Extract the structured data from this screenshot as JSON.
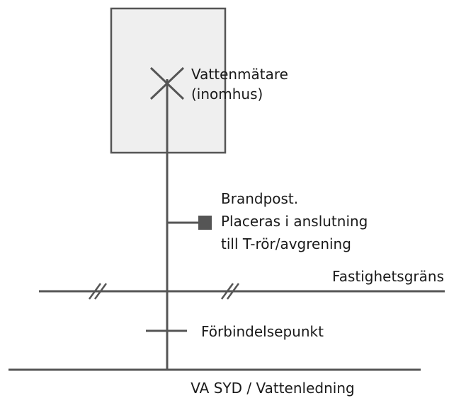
{
  "building": {
    "meter_label_line1": "Vattenmätare",
    "meter_label_line2": "(inomhus)",
    "fill": "#efefef",
    "stroke": "#555555"
  },
  "hydrant": {
    "label_line1": "Brandpost.",
    "label_line2": "Placeras i anslutning",
    "label_line3": "till T-rör/avgrening",
    "color": "#555555"
  },
  "property_boundary": {
    "label": "Fastighetsgräns"
  },
  "connection_point": {
    "label": "Förbindelsepunkt"
  },
  "main_line": {
    "label": "VA SYD / Vattenledning"
  }
}
